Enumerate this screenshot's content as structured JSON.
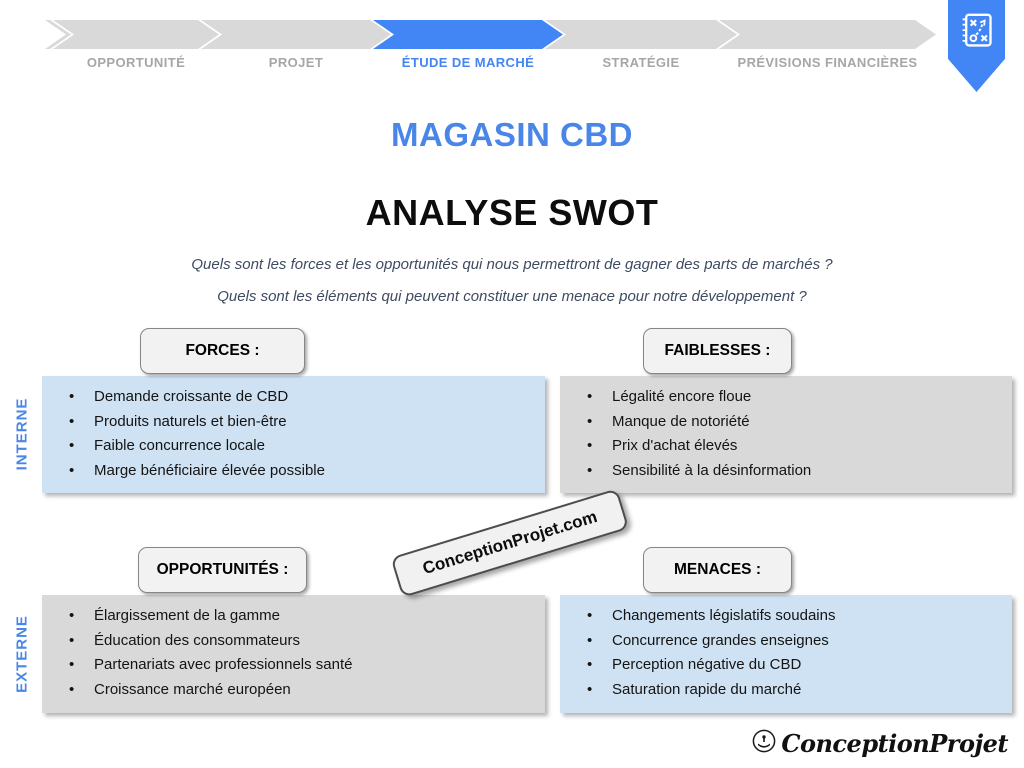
{
  "process_bar": {
    "steps": [
      {
        "label": "OPPORTUNITÉ",
        "active": false
      },
      {
        "label": "PROJET",
        "active": false
      },
      {
        "label": "ÉTUDE DE MARCHÉ",
        "active": true
      },
      {
        "label": "STRATÉGIE",
        "active": false
      },
      {
        "label": "PRÉVISIONS FINANCIÈRES",
        "active": false
      }
    ],
    "active_color": "#4285f4",
    "inactive_color": "#d9d9d9",
    "inactive_label_color": "#a6a6a6"
  },
  "badge_icon": "strategy-tactics-bookmark",
  "title": "MAGASIN CBD",
  "subtitle": "ANALYSE SWOT",
  "questions": [
    "Quels sont les forces et les opportunités qui nous permettront de gagner des parts de marchés ?",
    "Quels sont les éléments qui peuvent constituer une menace pour notre développement ?"
  ],
  "row_labels": {
    "internal": "INTERNE",
    "external": "EXTERNE"
  },
  "quadrants": {
    "forces": {
      "header": "FORCES :",
      "bg": "#cfe2f3",
      "items": [
        "Demande croissante de CBD",
        "Produits naturels et bien-être",
        "Faible concurrence locale",
        "Marge bénéficiaire élevée possible"
      ]
    },
    "faiblesses": {
      "header": "FAIBLESSES :",
      "bg": "#d9d9d9",
      "items": [
        "Légalité encore floue",
        "Manque de notoriété",
        "Prix d'achat élevés",
        "Sensibilité à la désinformation"
      ]
    },
    "opportunites": {
      "header": "OPPORTUNITÉS :",
      "bg": "#d9d9d9",
      "items": [
        "Élargissement de la gamme",
        "Éducation des consommateurs",
        "Partenariats avec professionnels santé",
        "Croissance marché européen"
      ]
    },
    "menaces": {
      "header": "MENACES :",
      "bg": "#cfe2f3",
      "items": [
        "Changements législatifs soudains",
        "Concurrence grandes enseignes",
        "Perception négative du CBD",
        "Saturation rapide du marché"
      ]
    }
  },
  "watermark": "ConceptionProjet.com",
  "footer": {
    "logo_text": "ConceptionProjet",
    "logo_icon": "hand-holding-figure"
  },
  "colors": {
    "accent_blue": "#4285f4",
    "title_blue": "#4a86e8",
    "light_blue_box": "#cfe2f3",
    "gray_box": "#d9d9d9",
    "question_text": "#3f4b60"
  }
}
